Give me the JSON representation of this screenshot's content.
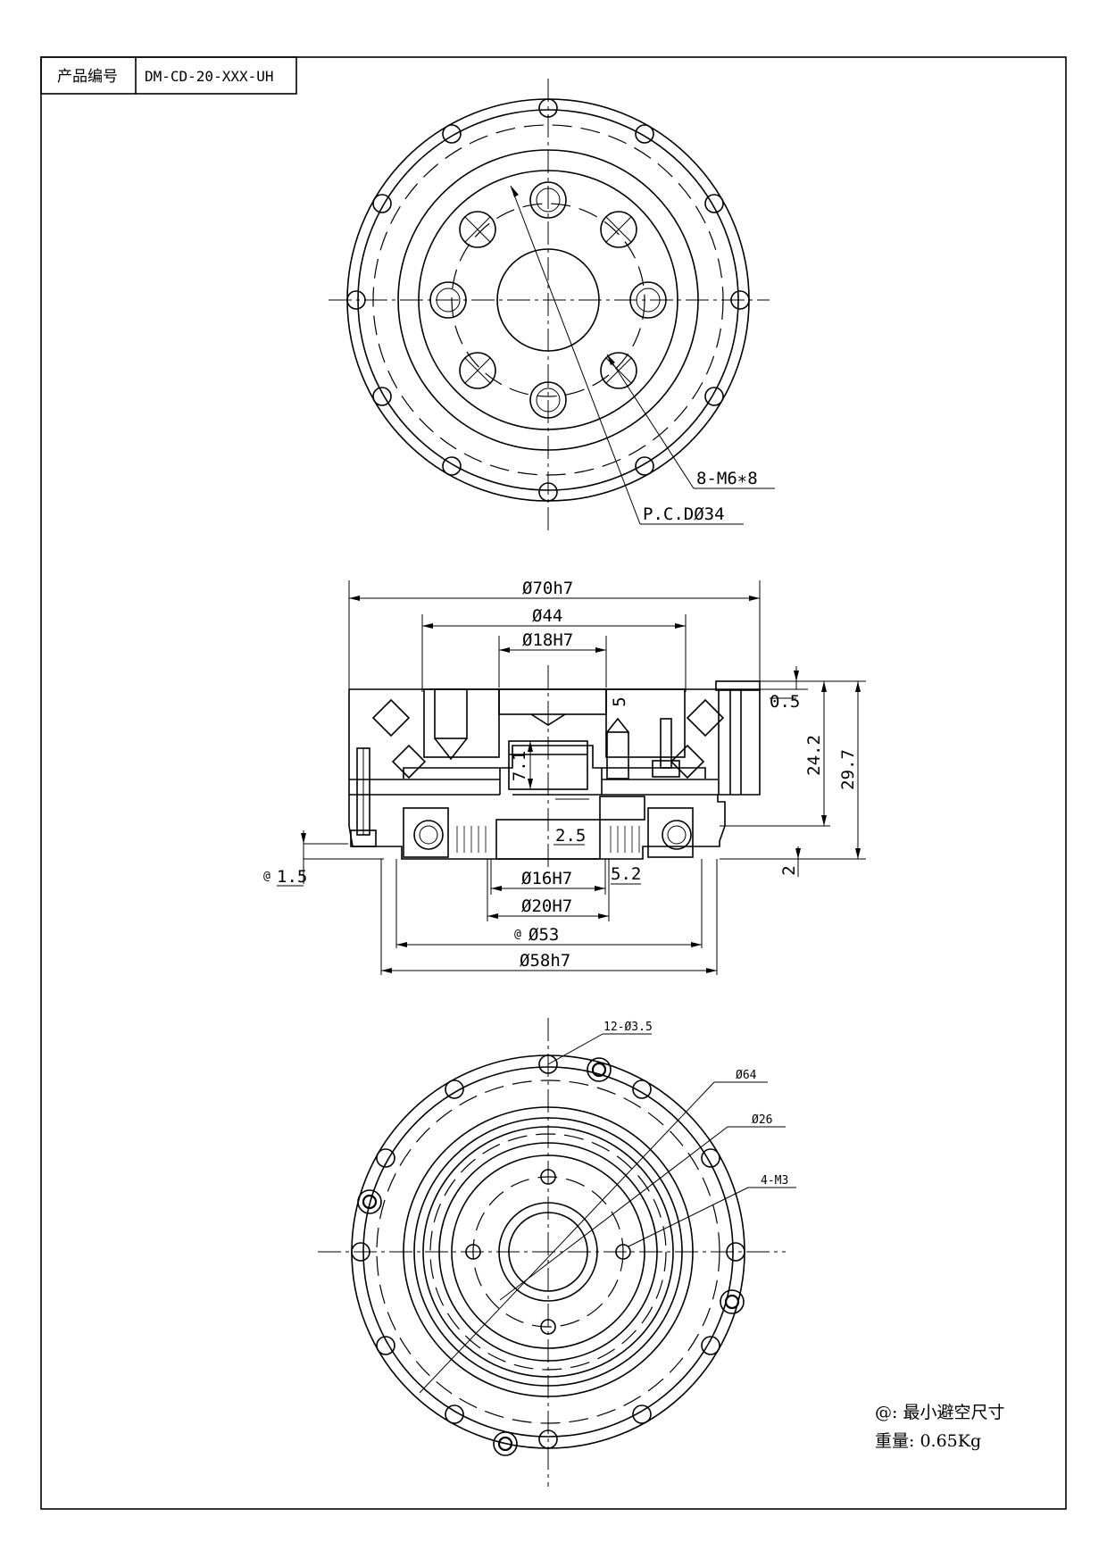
{
  "title_block": {
    "label": "产品编号",
    "value": "DM-CD-20-XXX-UH"
  },
  "top_view": {
    "callout_tap": "8-M6∗8",
    "callout_pcd": "P.C.DØ34"
  },
  "section_view": {
    "d_outer": "Ø70h7",
    "d_44": "Ø44",
    "d_18": "Ø18H7",
    "h_05": "0.5",
    "h_5": "5",
    "h_242": "24.2",
    "h_297": "29.7",
    "h_71": "7.1",
    "h_25": "2.5",
    "h_2": "2",
    "h_15": "1.5",
    "h_15_mark": "@",
    "d_52": "5.2",
    "d_16": "Ø16H7",
    "d_20": "Ø20H7",
    "d_53": "Ø53",
    "d_53_mark": "@",
    "d_58": "Ø58h7"
  },
  "bottom_view": {
    "callout_holes": "12-Ø3.5",
    "callout_64": "Ø64",
    "callout_26": "Ø26",
    "callout_m3": "4-M3"
  },
  "notes": {
    "line1": "@: 最小避空尺寸",
    "line2": "重量: 0.65Kg"
  }
}
